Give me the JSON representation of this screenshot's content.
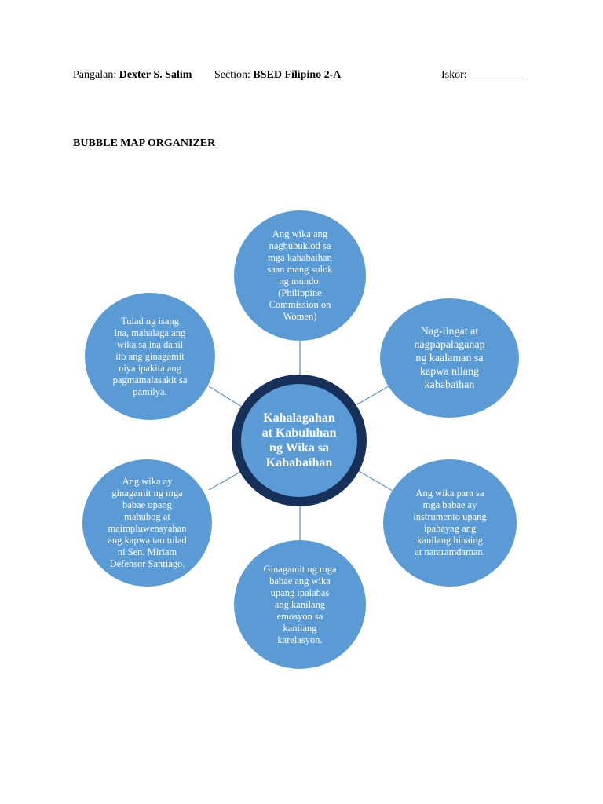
{
  "header": {
    "name_label": "Pangalan:",
    "name_value": "Dexter S. Salim",
    "section_label": "Section:",
    "section_value": "BSED Filipino 2-A",
    "score_label": "Iskor:",
    "score_blank": "__________"
  },
  "title": "BUBBLE MAP ORGANIZER",
  "center": {
    "line1": "Kahalagahan",
    "line2": "at Kabuluhan",
    "line3": "ng Wika sa",
    "line4": "Kababaihan"
  },
  "bubbles": {
    "top": [
      "Ang wika ang",
      "nagbubuklod sa",
      "mga kababaihan",
      "saan mang sulok",
      "ng mundo.",
      "(Philippine",
      "Commission on",
      "Women)"
    ],
    "upper_right": [
      "Nag-iingat at",
      "nagpapalaganap",
      "ng kaalaman sa",
      "kapwa nilang",
      "kababaihan"
    ],
    "lower_right": [
      "Ang wika para sa",
      "mga babae ay",
      "instrumento upang",
      "ipahayag ang",
      "kanilang hinaing",
      "at nararamdaman."
    ],
    "bottom": [
      "Ginagamit ng mga",
      "babae ang wika",
      "upang ipalabas",
      "ang kanilang",
      "emosyon sa",
      "kanilang",
      "karelasyon."
    ],
    "lower_left": [
      "Ang wika ay",
      "ginagamit ng mga",
      "babae upang",
      "mahubog at",
      "maimpluwensyahan",
      "ang kapwa tao tulad",
      "ni Sen. Miriam",
      "Defensor Santiago."
    ],
    "upper_left": [
      "Tulad ng isang",
      "ina, mahalaga ang",
      "wika sa ina dahil",
      "ito ang ginagamit",
      "niya ipakita ang",
      "pagmamalasakit sa",
      "pamilya."
    ]
  },
  "colors": {
    "bubble_fill": "#5b9bd5",
    "center_ring": "#17305a",
    "connector": "#5a8fc4"
  }
}
